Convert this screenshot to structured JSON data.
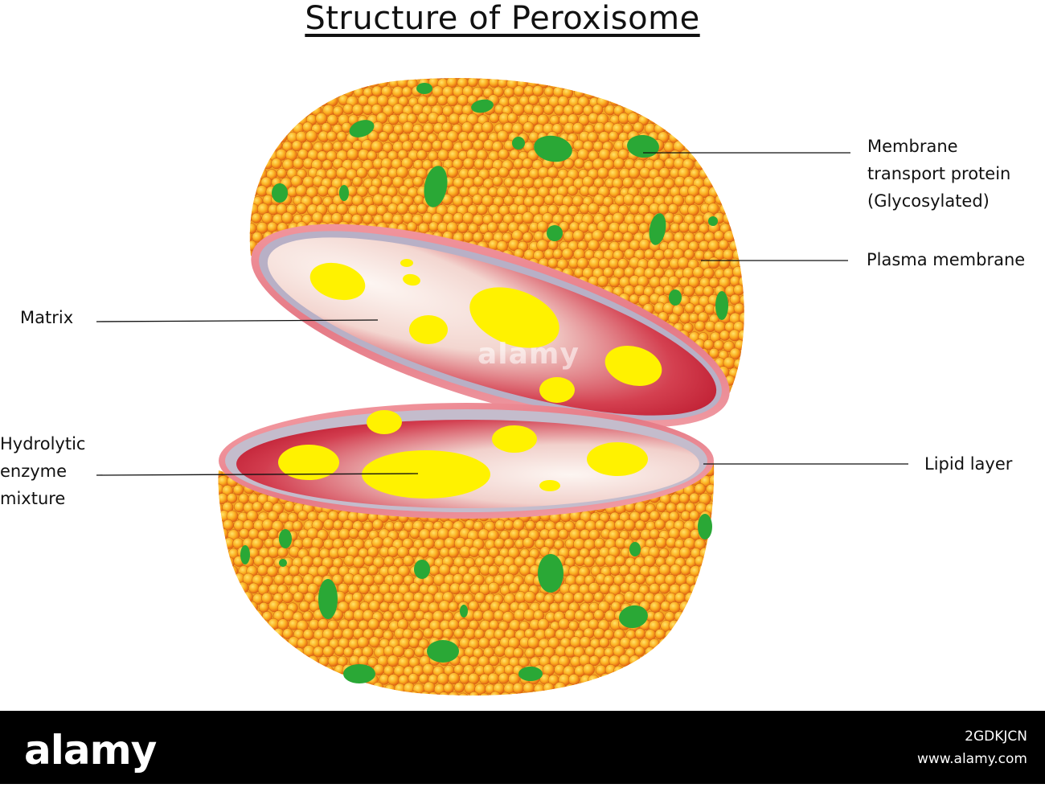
{
  "title": "Structure of Peroxisome",
  "labels": {
    "membrane_transport_protein": [
      "Membrane",
      "transport protein",
      "(Glycosylated)"
    ],
    "plasma_membrane": "Plasma membrane",
    "matrix": "Matrix",
    "hydrolytic_enzyme_mixture": [
      "Hydrolytic",
      "enzyme",
      "mixture"
    ],
    "lipid_layer": "Lipid layer"
  },
  "watermark": "alamy",
  "footer": {
    "logo": "alamy",
    "image_id": "2GDKJCN",
    "url": "www.alamy.com"
  },
  "colors": {
    "bead_light": "#ffd43a",
    "bead_dark": "#e8620f",
    "protein_green": "#2aa836",
    "enzyme_yellow": "#fff200",
    "rim_pink": "#f08a96",
    "interior_red": "#c0182e",
    "interior_light": "#fbf0ec"
  }
}
